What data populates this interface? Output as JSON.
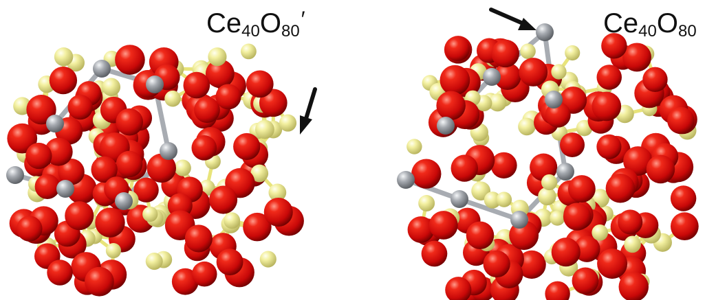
{
  "labels": {
    "left": {
      "element1": "Ce",
      "count1": "40",
      "element2": "O",
      "count2": "80",
      "prime": "′"
    },
    "right": {
      "element1": "Ce",
      "count1": "40",
      "element2": "O",
      "count2": "80"
    }
  },
  "colors": {
    "oxygen": "#e01010",
    "cerium": "#f2ef8c",
    "low_coordinated_cerium": "#9a9ea4",
    "bond": "#a8acb2",
    "arrow": "#111111"
  },
  "icons": {
    "left_arrow": "arrow-down-left-icon",
    "right_arrow": "arrow-down-right-icon"
  }
}
